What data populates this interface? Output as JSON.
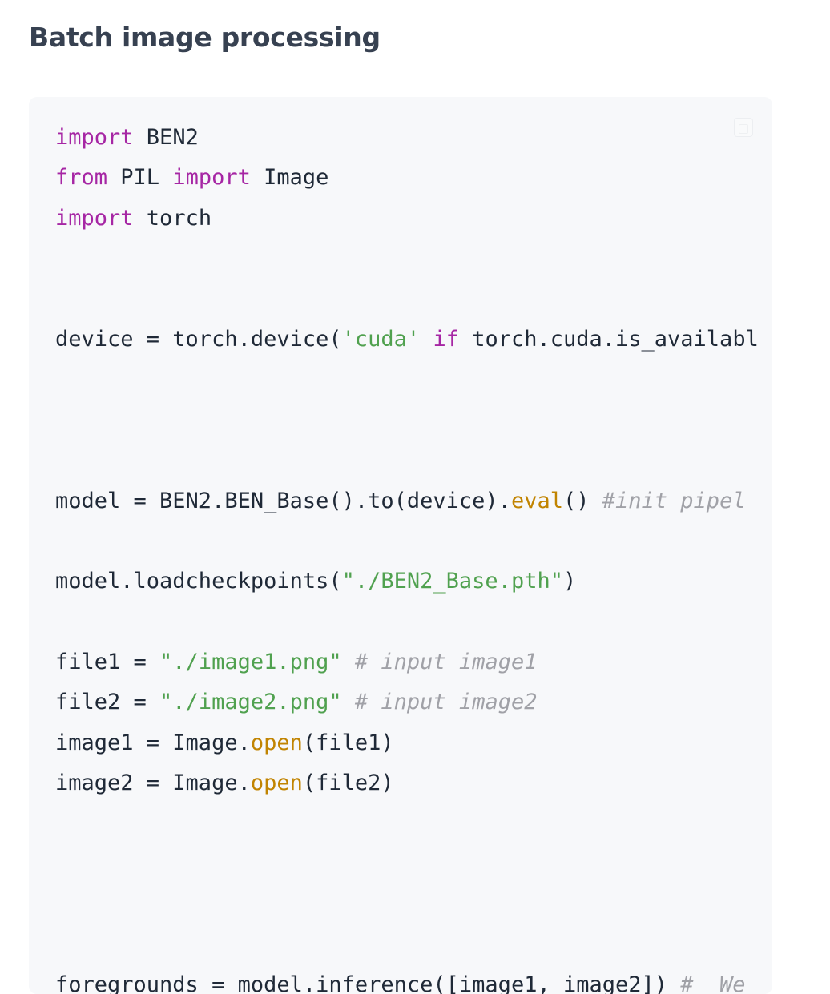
{
  "heading": "Batch image processing",
  "code": {
    "copy_icon": "copy-icon",
    "lines": {
      "l1": {
        "kw": "import",
        "rest": " BEN2"
      },
      "l2": {
        "kw1": "from",
        "mid": " PIL ",
        "kw2": "import",
        "rest": " Image"
      },
      "l3": {
        "kw": "import",
        "rest": " torch"
      },
      "l6": {
        "pre": "device = torch.device(",
        "str": "'cuda'",
        "sp": " ",
        "kw": "if",
        "rest": " torch.cuda.is_availabl"
      },
      "l10": {
        "pre": "model = BEN2.BEN_Base().to(device).",
        "fn": "eval",
        "post": "() ",
        "comment": "#init pipel"
      },
      "l12": {
        "pre": "model.loadcheckpoints(",
        "str": "\"./BEN2_Base.pth\"",
        "post": ")"
      },
      "l14": {
        "pre": "file1 = ",
        "str": "\"./image1.png\"",
        "sp": " ",
        "comment": "# input image1"
      },
      "l15": {
        "pre": "file2 = ",
        "str": "\"./image2.png\"",
        "sp": " ",
        "comment": "# input image2"
      },
      "l16": {
        "pre": "image1 = Image.",
        "fn": "open",
        "post": "(file1)"
      },
      "l17": {
        "pre": "image2 = Image.",
        "fn": "open",
        "post": "(file2)"
      },
      "l22": {
        "pre": "foregrounds = model.inference([image1, image2]) ",
        "comment": "#  We"
      }
    }
  }
}
